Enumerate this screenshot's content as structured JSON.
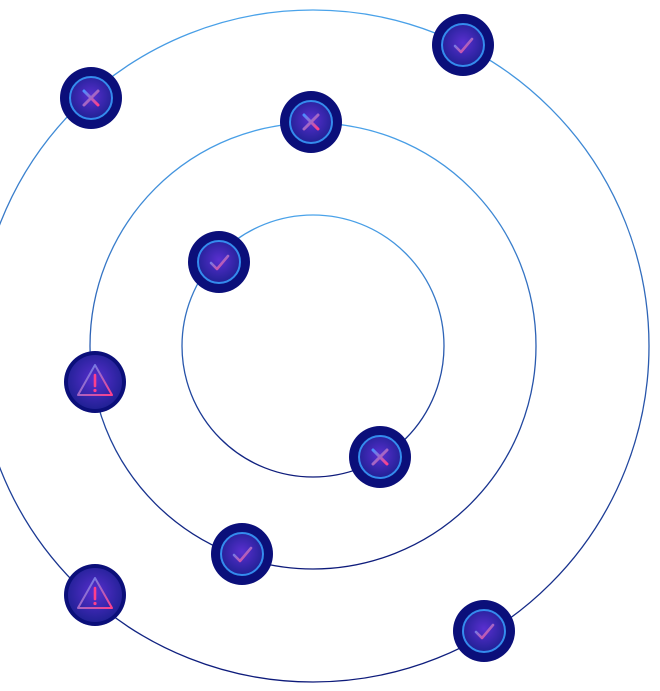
{
  "palette": {
    "background": "#ffffff",
    "ring_light": "#4aa3ea",
    "ring_dark": "#0d1a7a",
    "badge_outer": "#0b0f7a",
    "badge_inner_center": "#5a2fd0",
    "badge_inner_edge": "#1b1f8f",
    "badge_ring": "#3aa0ff",
    "glyph_blue": "#4a8cff",
    "glyph_pink": "#ff3f8a"
  },
  "rings": [
    {
      "name": "inner"
    },
    {
      "name": "middle"
    },
    {
      "name": "outer"
    }
  ],
  "badges": [
    {
      "name": "check-icon",
      "icon": "check"
    },
    {
      "name": "cross-icon",
      "icon": "cross"
    },
    {
      "name": "cross-icon",
      "icon": "cross"
    },
    {
      "name": "check-icon",
      "icon": "check"
    },
    {
      "name": "cross-icon",
      "icon": "cross"
    },
    {
      "name": "warning-icon",
      "icon": "warning"
    },
    {
      "name": "check-icon",
      "icon": "check"
    },
    {
      "name": "warning-icon",
      "icon": "warning"
    },
    {
      "name": "check-icon",
      "icon": "check"
    }
  ]
}
